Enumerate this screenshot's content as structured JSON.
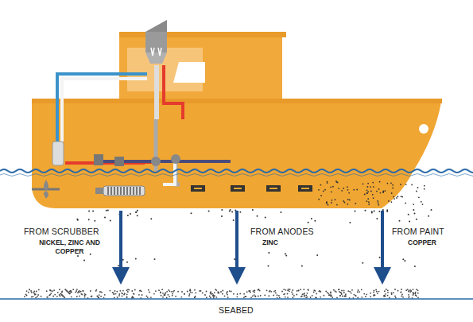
{
  "diagram": {
    "labels": [
      "FROM SCRUBBER",
      "NICKEL, ZINC AND COPPER",
      "FROM ANODES",
      "ZINC",
      "FROM PAINT",
      "COPPER",
      "SEABED"
    ]
  }
}
